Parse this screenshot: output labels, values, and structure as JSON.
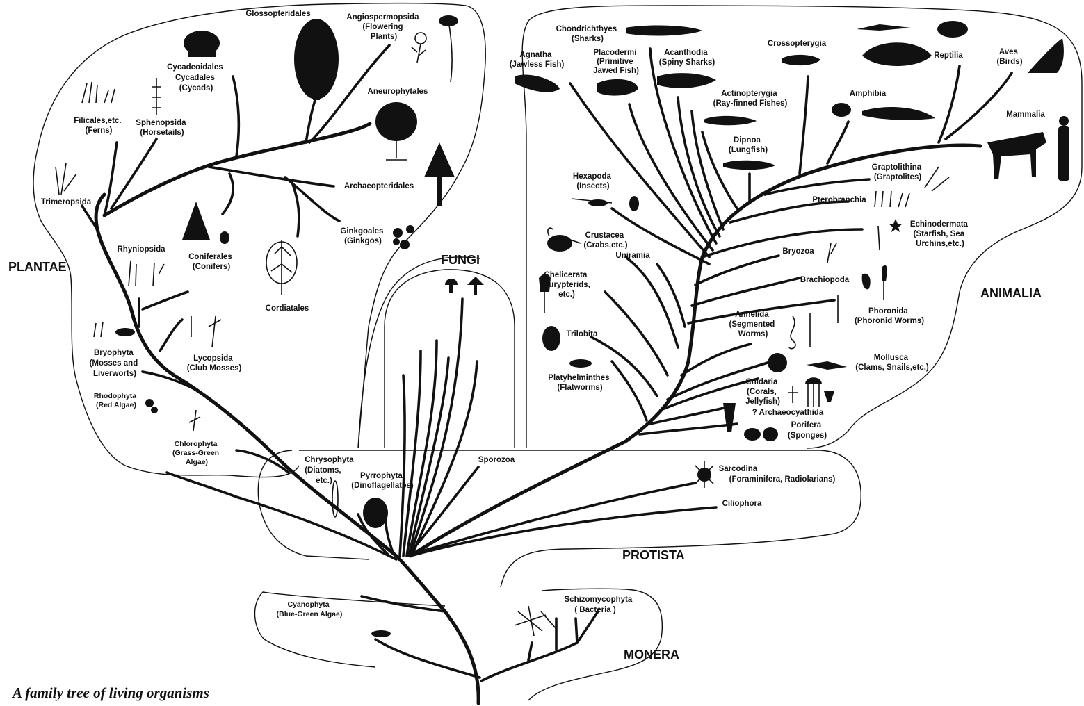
{
  "caption": "A family tree of living organisms",
  "kingdoms": {
    "plantae": "PLANTAE",
    "fungi": "FUNGI",
    "animalia": "ANIMALIA",
    "protista": "PROTISTA",
    "monera": "MONERA"
  },
  "plantae": {
    "glossopteridales": [
      "Glossopteridales"
    ],
    "angiospermopsida": [
      "Angiospermopsida",
      "(Flowering",
      "Plants)"
    ],
    "cycadeoidales": [
      "Cycadeoidales",
      "Cycadales",
      "(Cycads)"
    ],
    "filicales": [
      "Filicales,etc.",
      "(Ferns)"
    ],
    "sphenopsida": [
      "Sphenopsida",
      "(Horsetails)"
    ],
    "aneurophytales": [
      "Aneurophytales"
    ],
    "trimeropsida": [
      "Trimeropsida"
    ],
    "archaeopteridales": [
      "Archaeopteridales"
    ],
    "ginkgoales": [
      "Ginkgoales",
      "(Ginkgos)"
    ],
    "coniferales": [
      "Coniferales",
      "(Conifers)"
    ],
    "rhyniopsida": [
      "Rhyniopsida"
    ],
    "cordiatales": [
      "Cordiatales"
    ],
    "bryophyta": [
      "Bryophyta",
      "(Mosses and",
      "Liverworts)"
    ],
    "lycopsida": [
      "Lycopsida",
      "(Club Mosses)"
    ],
    "rhodophyta": [
      "Rhodophyta",
      "(Red Algae)"
    ],
    "chlorophyta": [
      "Chlorophyta",
      "(Grass-Green",
      "Algae)"
    ]
  },
  "animalia": {
    "chondrichthyes": [
      "Chondrichthyes",
      "(Sharks)"
    ],
    "agnatha": [
      "Agnatha",
      "(Jawless Fish)"
    ],
    "placodermi": [
      "Placodermi",
      "(Primitive",
      "Jawed Fish)"
    ],
    "acanthodia": [
      "Acanthodia",
      "(Spiny Sharks)"
    ],
    "crossopterygia": [
      "Crossopterygia"
    ],
    "reptilia": [
      "Reptilia"
    ],
    "aves": [
      "Aves",
      "(Birds)"
    ],
    "actinopterygia": [
      "Actinopterygia",
      "(Ray-finned Fishes)"
    ],
    "amphibia": [
      "Amphibia"
    ],
    "mammalia": [
      "Mammalia"
    ],
    "dipnoa": [
      "Dipnoa",
      "(Lungfish)"
    ],
    "hexapoda": [
      "Hexapoda",
      "(Insects)"
    ],
    "graptolithina": [
      "Graptolithina",
      "(Graptolites)"
    ],
    "pterobranchia": [
      "Pterobranchia"
    ],
    "echinodermata": [
      "Echinodermata",
      "(Starfish, Sea",
      "Urchins,etc.)"
    ],
    "crustacea": [
      "Crustacea",
      "(Crabs,etc.)"
    ],
    "uniramia": [
      "Uniramia"
    ],
    "bryozoa": [
      "Bryozoa"
    ],
    "chelicerata": [
      "Chelicerata",
      "(Eurypterids,",
      "etc.)"
    ],
    "brachiopoda": [
      "Brachiopoda"
    ],
    "phoronida": [
      "Phoronida",
      "(Phoronid Worms)"
    ],
    "annelida": [
      "Annelida",
      "(Segmented",
      "Worms)"
    ],
    "trilobita": [
      "Trilobita"
    ],
    "mollusca": [
      "Mollusca",
      "(Clams, Snails,etc.)"
    ],
    "platyhelminthes": [
      "Platyhelminthes",
      "(Flatworms)"
    ],
    "cnidaria": [
      "Cnidaria",
      "(Corals,",
      "Jellyfish)"
    ],
    "archaeocyathida": [
      "? Archaeocyathida"
    ],
    "porifera": [
      "Porifera",
      "(Sponges)"
    ]
  },
  "protista": {
    "chrysophyta": [
      "Chrysophyta",
      "(Diatoms,",
      "etc.)"
    ],
    "pyrrophyta": [
      "Pyrrophyta",
      "(Dinoflagellates)"
    ],
    "sporozoa": [
      "Sporozoa"
    ],
    "sarcodina": [
      "Sarcodina",
      "(Foraminifera, Radiolarians)"
    ],
    "ciliophora": [
      "Ciliophora"
    ]
  },
  "monera": {
    "cyanophyta": [
      "Cyanophyta",
      "(Blue-Green Algae)"
    ],
    "schizomycophyta": [
      "Schizomycophyta",
      "( Bacteria )"
    ]
  }
}
